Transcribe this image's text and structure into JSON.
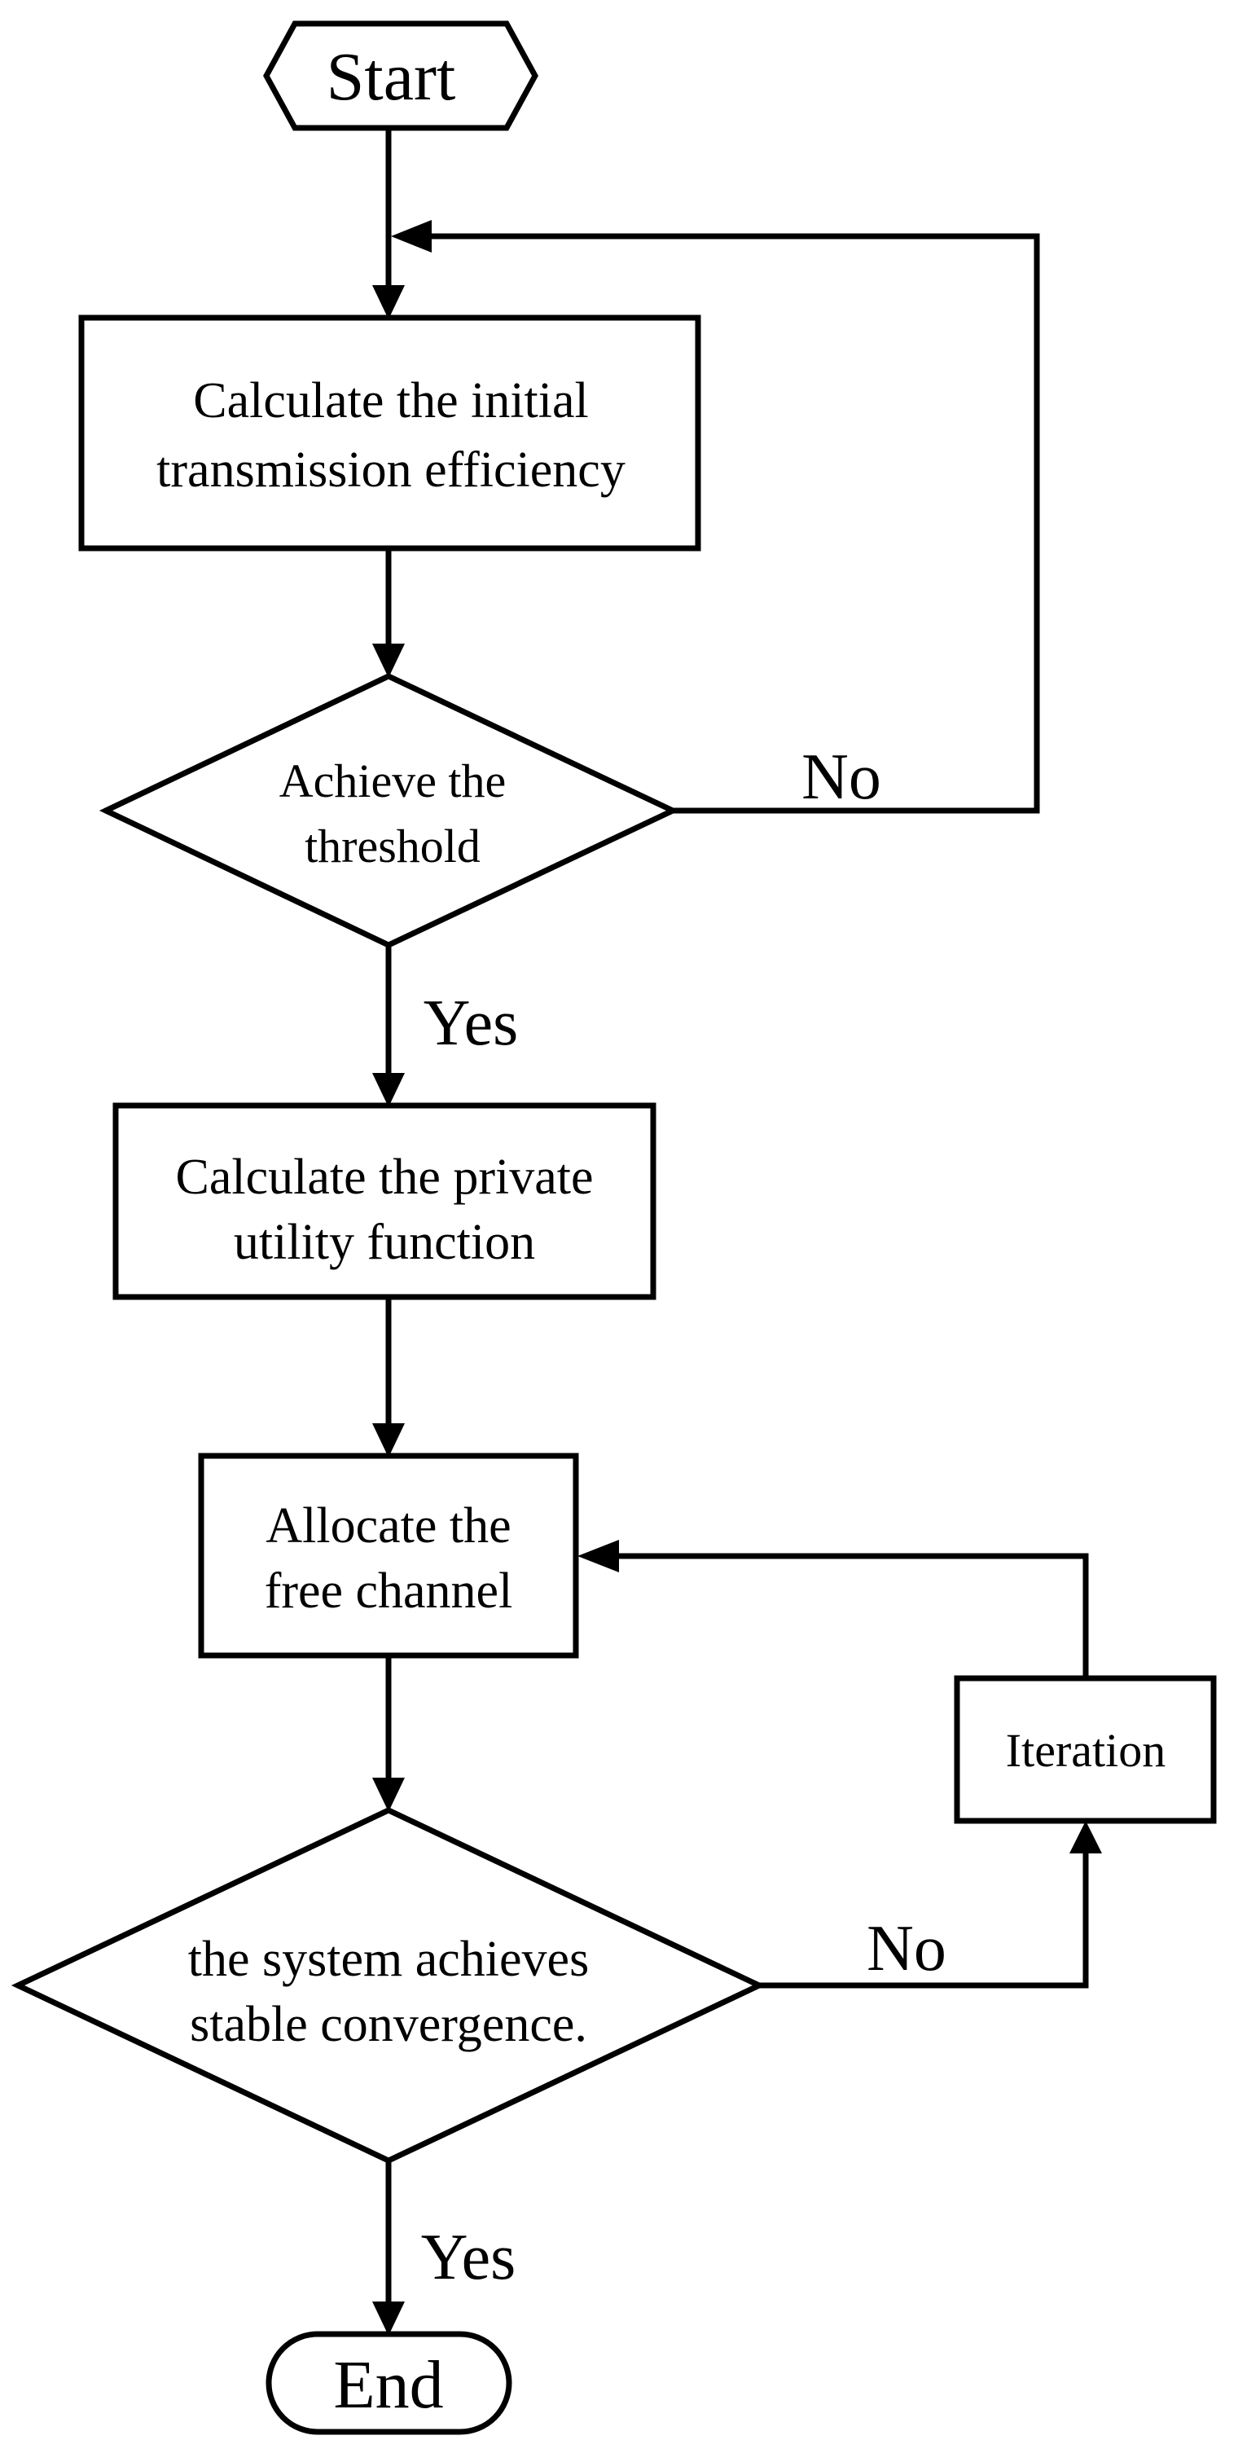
{
  "flowchart": {
    "start": "Start",
    "end": "End",
    "step_initial_efficiency": [
      "Calculate the initial",
      "transmission efficiency"
    ],
    "decision_threshold": [
      "Achieve the",
      "threshold"
    ],
    "step_private_utility": [
      "Calculate the private",
      "utility function"
    ],
    "step_allocate_channel": [
      "Allocate the",
      "free channel"
    ],
    "step_iteration": "Iteration",
    "decision_convergence": [
      "the system achieves",
      "stable convergence."
    ],
    "branch_labels": {
      "threshold_no": "No",
      "threshold_yes": "Yes",
      "convergence_no": "No",
      "convergence_yes": "Yes"
    }
  }
}
